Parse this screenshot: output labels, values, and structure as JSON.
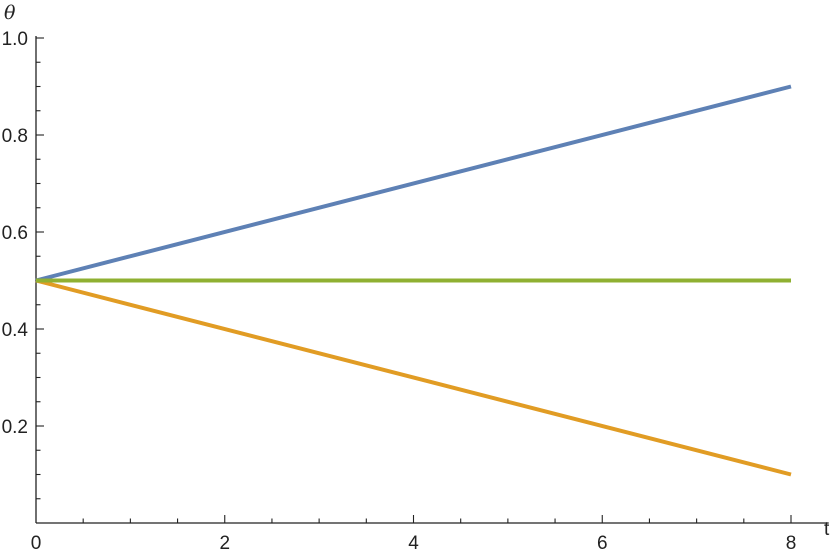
{
  "chart_data": {
    "type": "line",
    "xlabel": "t",
    "ylabel": "θ",
    "xlim": [
      0,
      8.4
    ],
    "ylim": [
      0,
      1.0
    ],
    "x_ticks": [
      0,
      2,
      4,
      6,
      8
    ],
    "y_ticks": [
      0.2,
      0.4,
      0.6,
      0.8,
      1.0
    ],
    "x_tick_labels": [
      "0",
      "2",
      "4",
      "6",
      "8"
    ],
    "y_tick_labels": [
      "0.2",
      "0.4",
      "0.6",
      "0.8",
      "1.0"
    ],
    "x_minor_step": 0.5,
    "y_minor_step": 0.05,
    "grid": false,
    "series": [
      {
        "x": [
          0,
          8
        ],
        "values": [
          0.5,
          0.9
        ],
        "color": "#5E81B5"
      },
      {
        "x": [
          0,
          8
        ],
        "values": [
          0.5,
          0.1
        ],
        "color": "#E19C24"
      },
      {
        "x": [
          0,
          8
        ],
        "values": [
          0.5,
          0.5
        ],
        "color": "#8FB032"
      }
    ]
  }
}
